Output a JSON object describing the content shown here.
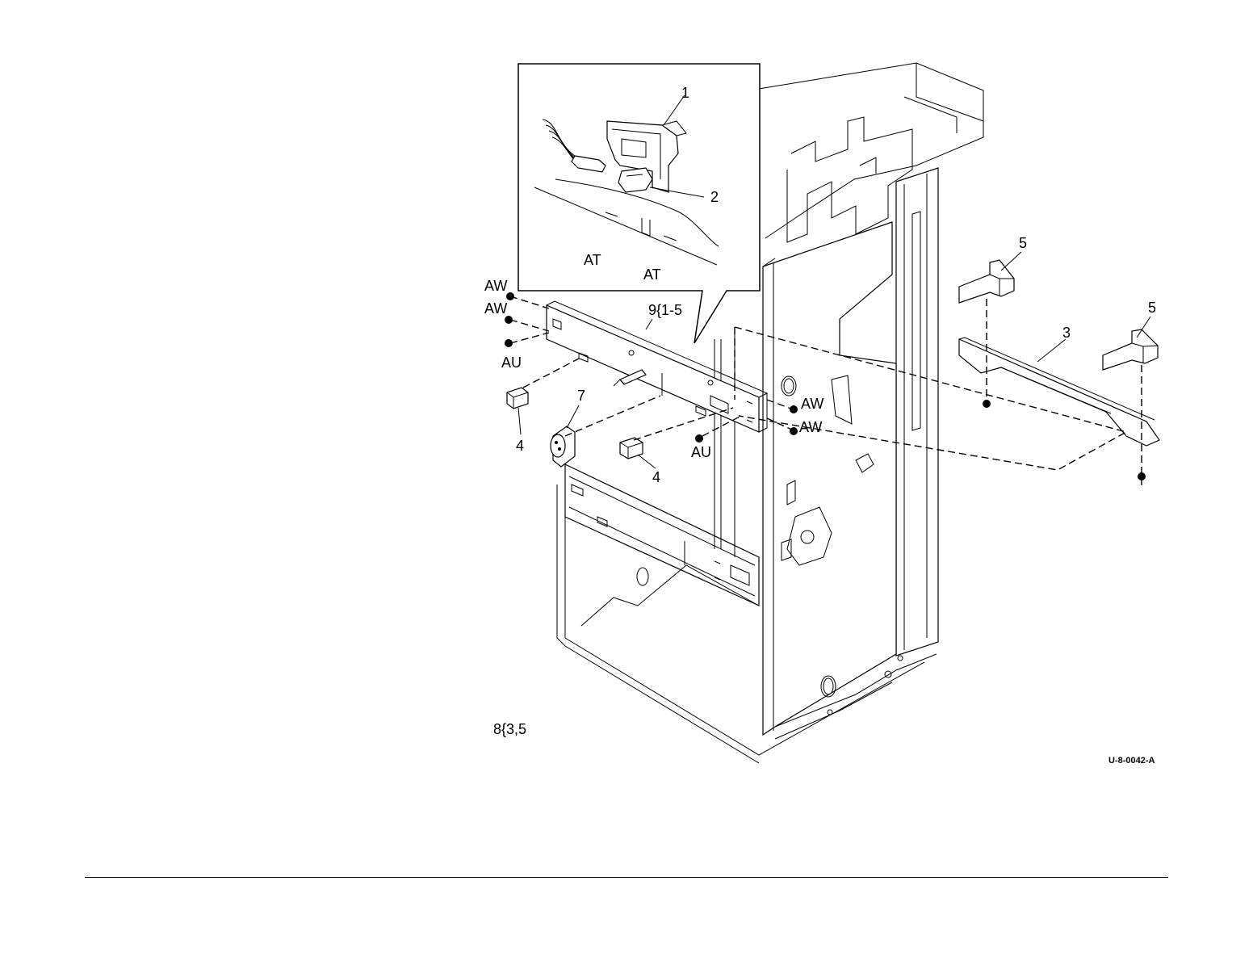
{
  "figure_id": "U-8-0042-A",
  "labels": {
    "part_1": "1",
    "part_2": "2",
    "part_3": "3",
    "part_4a": "4",
    "part_4b": "4",
    "part_5a": "5",
    "part_5b": "5",
    "part_7": "7",
    "callout_9": "9{1-5",
    "callout_8": "8{3,5",
    "at_left": "AT",
    "at_right": "AT",
    "aw_1": "AW",
    "aw_2": "AW",
    "aw_3": "AW",
    "aw_4": "AW",
    "au_left": "AU",
    "au_center": "AU"
  }
}
